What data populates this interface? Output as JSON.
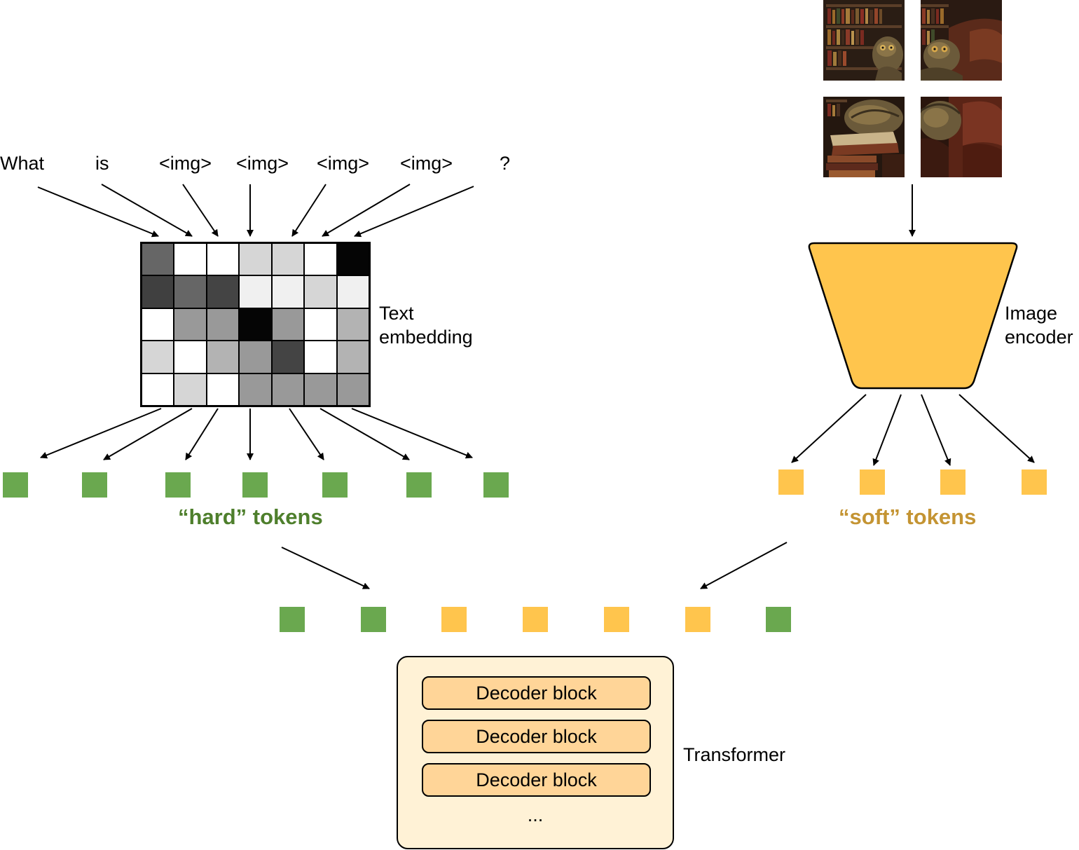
{
  "input_words": [
    "What",
    "is",
    "<img>",
    "<img>",
    "<img>",
    "<img>",
    "?"
  ],
  "embedding_label": "Text\nembedding",
  "embedding_grid": [
    [
      "#666666",
      "#ffffff",
      "#ffffff",
      "#d6d6d6",
      "#d6d6d6",
      "#ffffff",
      "#050505"
    ],
    [
      "#404040",
      "#666666",
      "#444444",
      "#f0f0f0",
      "#f0f0f0",
      "#d6d6d6",
      "#f0f0f0"
    ],
    [
      "#ffffff",
      "#999999",
      "#999999",
      "#050505",
      "#999999",
      "#ffffff",
      "#b3b3b3"
    ],
    [
      "#d6d6d6",
      "#ffffff",
      "#b3b3b3",
      "#999999",
      "#444444",
      "#ffffff",
      "#b3b3b3"
    ],
    [
      "#ffffff",
      "#d6d6d6",
      "#ffffff",
      "#999999",
      "#999999",
      "#999999",
      "#999999"
    ]
  ],
  "image_encoder_label": "Image\nencoder",
  "hard_tokens_label": "“hard” tokens",
  "soft_tokens_label": "“soft” tokens",
  "combined_sequence": [
    "hard",
    "hard",
    "soft",
    "soft",
    "soft",
    "soft",
    "hard"
  ],
  "transformer": {
    "label": "Transformer",
    "blocks": [
      "Decoder block",
      "Decoder block",
      "Decoder block"
    ],
    "ellipsis": "..."
  },
  "colors": {
    "hard_token": "#6aa84f",
    "soft_token": "#ffc54d",
    "encoder_fill": "#ffc54d",
    "hard_label": "#4e7f2c",
    "soft_label": "#c49433",
    "transformer_fill": "#fff2d6",
    "block_fill": "#ffd598"
  },
  "image_patches": [
    "image-patch-top-left",
    "image-patch-top-right",
    "image-patch-bottom-left",
    "image-patch-bottom-right"
  ]
}
